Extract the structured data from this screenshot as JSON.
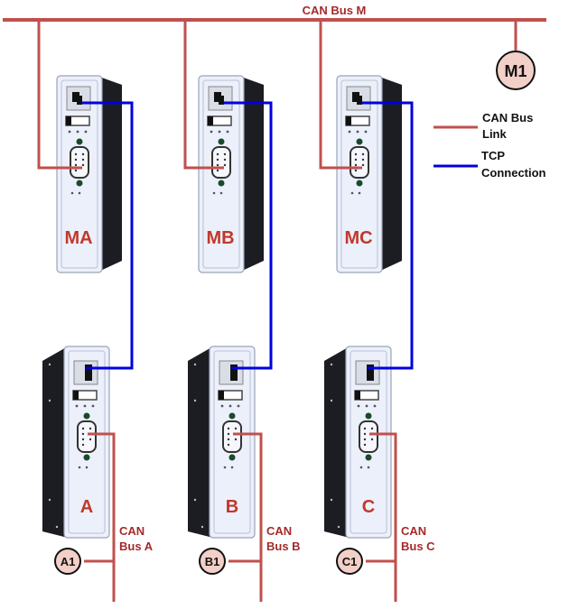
{
  "title": "CAN Bus M",
  "colors": {
    "can": "#c0504d",
    "tcp": "#0000e0",
    "label_red": "#a52a2a",
    "node_fill": "#f2d0c8",
    "device_face": "#ecf0fb",
    "device_side": "#1c1d22"
  },
  "main_bus": {
    "label": "CAN Bus M",
    "node": "M1"
  },
  "legend": {
    "can_line1": "CAN Bus",
    "can_line2": "Link",
    "tcp_line1": "TCP",
    "tcp_line2": "Connection"
  },
  "master_devices": [
    {
      "label": "MA"
    },
    {
      "label": "MB"
    },
    {
      "label": "MC"
    }
  ],
  "slave_devices": [
    {
      "label": "A",
      "bus_line1": "CAN",
      "bus_line2": "Bus A",
      "node": "A1"
    },
    {
      "label": "B",
      "bus_line1": "CAN",
      "bus_line2": "Bus B",
      "node": "B1"
    },
    {
      "label": "C",
      "bus_line1": "CAN",
      "bus_line2": "Bus C",
      "node": "C1"
    }
  ]
}
